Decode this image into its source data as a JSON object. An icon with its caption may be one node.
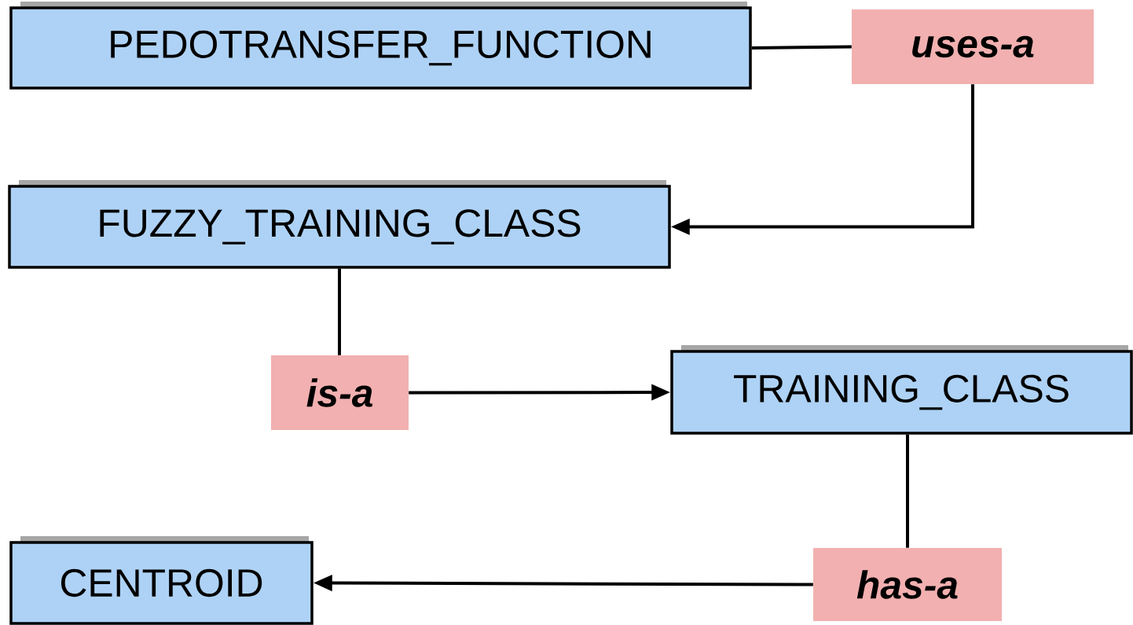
{
  "diagram": {
    "nodes": [
      {
        "text": [
          "PEDOTRANSFER_FUNCTION"
        ]
      },
      {
        "text": [
          "uses-a"
        ]
      },
      {
        "text": [
          "FUZZY_TRAINING_CLASS"
        ]
      },
      {
        "text": [
          "is-a"
        ]
      },
      {
        "text": [
          "TRAINING_CLASS"
        ]
      },
      {
        "text": [
          "has-a"
        ]
      },
      {
        "text": [
          "CENTROID"
        ]
      }
    ],
    "edges": [
      {
        "from": 0,
        "to": 1,
        "arrow": "none"
      },
      {
        "from": 1,
        "to": 2,
        "arrow": "to"
      },
      {
        "from": 2,
        "to": 3,
        "arrow": "none"
      },
      {
        "from": 3,
        "to": 4,
        "arrow": "to"
      },
      {
        "from": 4,
        "to": 5,
        "arrow": "none"
      },
      {
        "from": 5,
        "to": 6,
        "arrow": "to"
      }
    ]
  }
}
